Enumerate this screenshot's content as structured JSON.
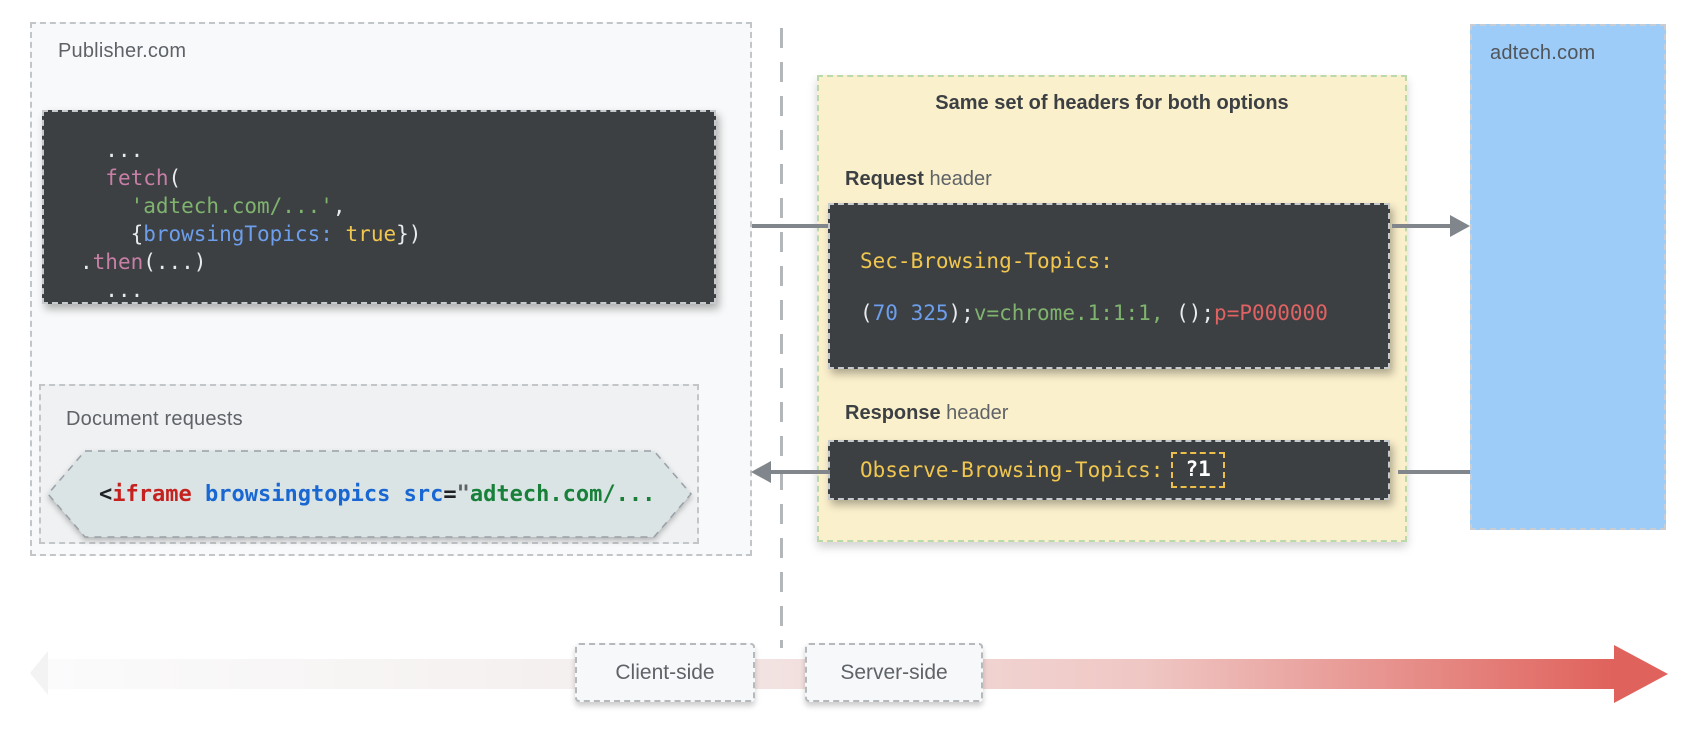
{
  "publisher": {
    "label": "Publisher.com",
    "fetch_code_lines": [
      [
        {
          "t": "  ...",
          "c": "w"
        }
      ],
      [
        {
          "t": "  ",
          "c": "w"
        },
        {
          "t": "fetch",
          "c": "pink"
        },
        {
          "t": "(",
          "c": "w"
        }
      ],
      [
        {
          "t": "    ",
          "c": "w"
        },
        {
          "t": "'adtech.com/...'",
          "c": "green"
        },
        {
          "t": ",",
          "c": "w"
        }
      ],
      [
        {
          "t": "    {",
          "c": "w"
        },
        {
          "t": "browsingTopics:",
          "c": "blue"
        },
        {
          "t": " ",
          "c": "w"
        },
        {
          "t": "true",
          "c": "gold"
        },
        {
          "t": "})",
          "c": "w"
        }
      ],
      [
        {
          "t": ".",
          "c": "w"
        },
        {
          "t": "then",
          "c": "pink"
        },
        {
          "t": "(...)",
          "c": "w"
        }
      ],
      [
        {
          "t": "  ...",
          "c": "w"
        }
      ]
    ],
    "document_requests": {
      "label": "Document requests",
      "iframe_code_tokens": [
        {
          "t": "<",
          "c": "dark"
        },
        {
          "t": "iframe",
          "c": "htmlred"
        },
        {
          "t": " ",
          "c": "dark"
        },
        {
          "t": "browsingtopics src",
          "c": "htmlblue"
        },
        {
          "t": "=",
          "c": "dark"
        },
        {
          "t": "\"",
          "c": "gray"
        },
        {
          "t": "adtech.com/...",
          "c": "htmlgreen"
        }
      ]
    }
  },
  "headers_panel": {
    "title": "Same set of headers for both options",
    "request_label": {
      "bold": "Request",
      "rest": " header"
    },
    "request_code_line1": [
      {
        "t": "Sec-Browsing-Topics:",
        "c": "gold"
      }
    ],
    "request_code_line2": [
      {
        "t": "(",
        "c": "w"
      },
      {
        "t": "70 325",
        "c": "blue"
      },
      {
        "t": ");",
        "c": "w"
      },
      {
        "t": "v=chrome.1:1:1,",
        "c": "green"
      },
      {
        "t": " ();",
        "c": "w"
      },
      {
        "t": "p=P000000",
        "c": "red"
      }
    ],
    "response_label": {
      "bold": "Response",
      "rest": " header"
    },
    "response_code_tokens": [
      {
        "t": "Observe-Browsing-Topics:",
        "c": "gold"
      }
    ],
    "response_boxed_value": "?1"
  },
  "adtech": {
    "label": "adtech.com"
  },
  "timeline": {
    "client_label": "Client-side",
    "server_label": "Server-side"
  },
  "colors": {
    "panel_yellow": "#fbf0cc",
    "panel_border_green": "#bcd9ae",
    "adtech_blue": "#9dccf8",
    "code_block_bg": "#3c4043",
    "arrow_gray": "#80868b",
    "timeline_red": "#e0625c",
    "token_pink": "#c87fa6",
    "token_green": "#7fb36e",
    "token_blue": "#6d9eeb",
    "token_gold": "#f0c64f",
    "token_red": "#e06262",
    "html_red": "#c5221f",
    "html_blue": "#1967d2",
    "html_green": "#188038",
    "hexagon_fill": "#dae4e5"
  }
}
